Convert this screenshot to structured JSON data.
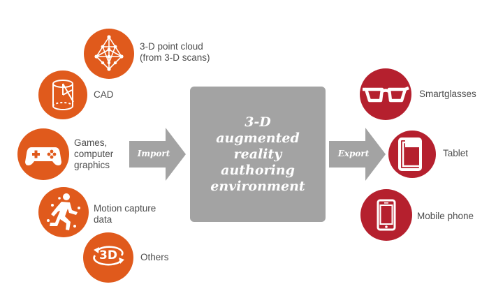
{
  "inputs": [
    {
      "id": "point-cloud",
      "label_lines": [
        "3-D point cloud",
        "(from 3-D scans)"
      ],
      "icon": "point-cloud-icon"
    },
    {
      "id": "cad",
      "label_lines": [
        "CAD"
      ],
      "icon": "cad-cylinder-icon"
    },
    {
      "id": "games",
      "label_lines": [
        "Games,",
        "computer",
        "graphics"
      ],
      "icon": "gamepad-icon"
    },
    {
      "id": "motion-capture",
      "label_lines": [
        "Motion capture",
        "data"
      ],
      "icon": "running-figure-icon"
    },
    {
      "id": "others",
      "label_lines": [
        "Others"
      ],
      "icon": "3d-rotate-icon"
    }
  ],
  "import_label": "Import",
  "export_label": "Export",
  "center": {
    "lines": [
      "3-D",
      "augmented",
      "reality",
      "authoring",
      "environment"
    ]
  },
  "outputs": [
    {
      "id": "smartglasses",
      "label": "Smartglasses",
      "icon": "glasses-icon"
    },
    {
      "id": "tablet",
      "label": "Tablet",
      "icon": "tablet-icon"
    },
    {
      "id": "mobile-phone",
      "label": "Mobile phone",
      "icon": "phone-icon"
    }
  ],
  "colors": {
    "input": "#e05a1c",
    "output": "#b5202e",
    "center": "#a3a3a3",
    "arrow": "#a3a3a3",
    "text": "#4d4d4d"
  }
}
